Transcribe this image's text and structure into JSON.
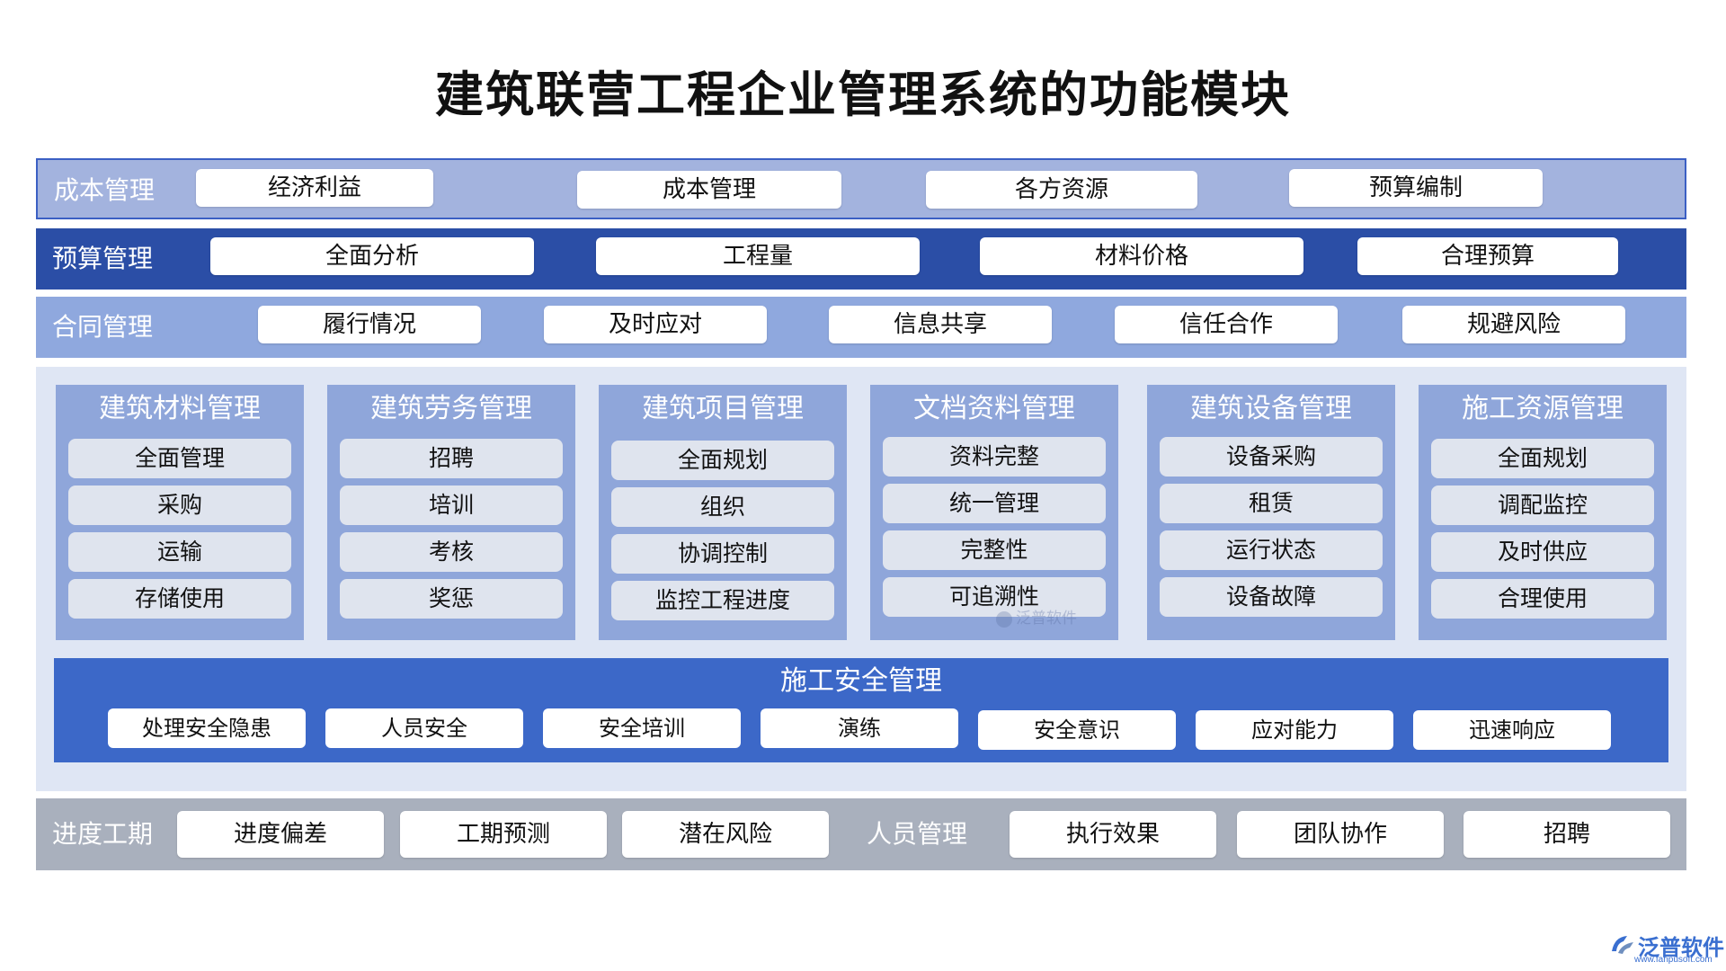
{
  "title": "建筑联营工程企业管理系统的功能模块",
  "cost": {
    "label": "成本管理",
    "items": [
      "经济利益",
      "成本管理",
      "各方资源",
      "预算编制"
    ]
  },
  "budget": {
    "label": "预算管理",
    "items": [
      "全面分析",
      "工程量",
      "材料价格",
      "合理预算"
    ]
  },
  "contract": {
    "label": "合同管理",
    "items": [
      "履行情况",
      "及时应对",
      "信息共享",
      "信任合作",
      "规避风险"
    ]
  },
  "columns": [
    {
      "title": "建筑材料管理",
      "items": [
        "全面管理",
        "采购",
        "运输",
        "存储使用"
      ]
    },
    {
      "title": "建筑劳务管理",
      "items": [
        "招聘",
        "培训",
        "考核",
        "奖惩"
      ]
    },
    {
      "title": "建筑项目管理",
      "items": [
        "全面规划",
        "组织",
        "协调控制",
        "监控工程进度"
      ]
    },
    {
      "title": "文档资料管理",
      "items": [
        "资料完整",
        "统一管理",
        "完整性",
        "可追溯性"
      ]
    },
    {
      "title": "建筑设备管理",
      "items": [
        "设备采购",
        "租赁",
        "运行状态",
        "设备故障"
      ]
    },
    {
      "title": "施工资源管理",
      "items": [
        "全面规划",
        "调配监控",
        "及时供应",
        "合理使用"
      ]
    }
  ],
  "safety": {
    "title": "施工安全管理",
    "items": [
      "处理安全隐患",
      "人员安全",
      "安全培训",
      "演练",
      "安全意识",
      "应对能力",
      "迅速响应"
    ]
  },
  "schedule": {
    "label": "进度工期",
    "items": [
      "进度偏差",
      "工期预测",
      "潜在风险"
    ]
  },
  "personnel": {
    "label": "人员管理",
    "items": [
      "执行效果",
      "团队协作",
      "招聘"
    ]
  },
  "watermark": "泛普软件",
  "logo": {
    "name": "泛普软件",
    "url": "www.fanpusoft.com"
  },
  "colors": {
    "cost_band": "#a3b3de",
    "budget_band": "#2b4ea6",
    "contract_band": "#8fa8de",
    "column_bg": "#8fa6da",
    "safety_bg": "#3c68c8",
    "bottom_band": "#a9b0bd"
  }
}
